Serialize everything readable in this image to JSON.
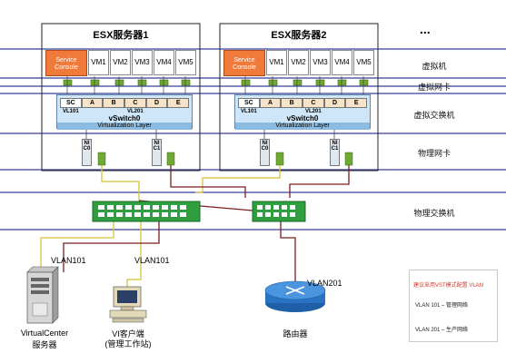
{
  "layers": {
    "vm": "虚拟机",
    "vnic": "虚拟网卡",
    "vswitch": "虚拟交换机",
    "pnic": "物理网卡",
    "pswitch": "物理交换机"
  },
  "servers": [
    {
      "title": "ESX服务器1",
      "service_console": "Service Console",
      "vms": [
        "VM1",
        "VM2",
        "VM3",
        "VM4",
        "VM5"
      ],
      "ports": [
        "SC",
        "A",
        "B",
        "C",
        "D",
        "E"
      ],
      "vlan_a": "VL101",
      "vlan_b": "VL201",
      "vswitch_name": "vSwitch0",
      "virt_layer": "Virtualization Layer",
      "nic0": "NIC0",
      "nic1": "NIC1"
    },
    {
      "title": "ESX服务器2",
      "service_console": "Service Console",
      "vms": [
        "VM1",
        "VM2",
        "VM3",
        "VM4",
        "VM5"
      ],
      "ports": [
        "SC",
        "A",
        "B",
        "C",
        "D",
        "E"
      ],
      "vlan_a": "VL101",
      "vlan_b": "VL201",
      "vswitch_name": "vSwitch0",
      "virt_layer": "Virtualization Layer",
      "nic0": "NIC0",
      "nic1": "NIC1"
    }
  ],
  "more": "...",
  "links": {
    "vlan101_a": "VLAN101",
    "vlan101_b": "VLAN101",
    "vlan201": "VLAN201"
  },
  "devices": {
    "vc_line1": "VirtualCenter",
    "vc_line2": "服务器",
    "vi_line1": "VI客户端",
    "vi_line2": "(管理工作站)",
    "router": "路由器"
  },
  "legend": {
    "title": "建议采用VST模式配置 VLAN",
    "item1": "VLAN 101 – 管理网络",
    "item2": "VLAN 201 – 生产网络"
  },
  "colors": {
    "vlan101_line": "#d7c23a",
    "vlan201_line": "#7a1e1e",
    "switch": "#2f9e3f",
    "service_console": "#ef7a39",
    "band": "#3b3f9a"
  }
}
